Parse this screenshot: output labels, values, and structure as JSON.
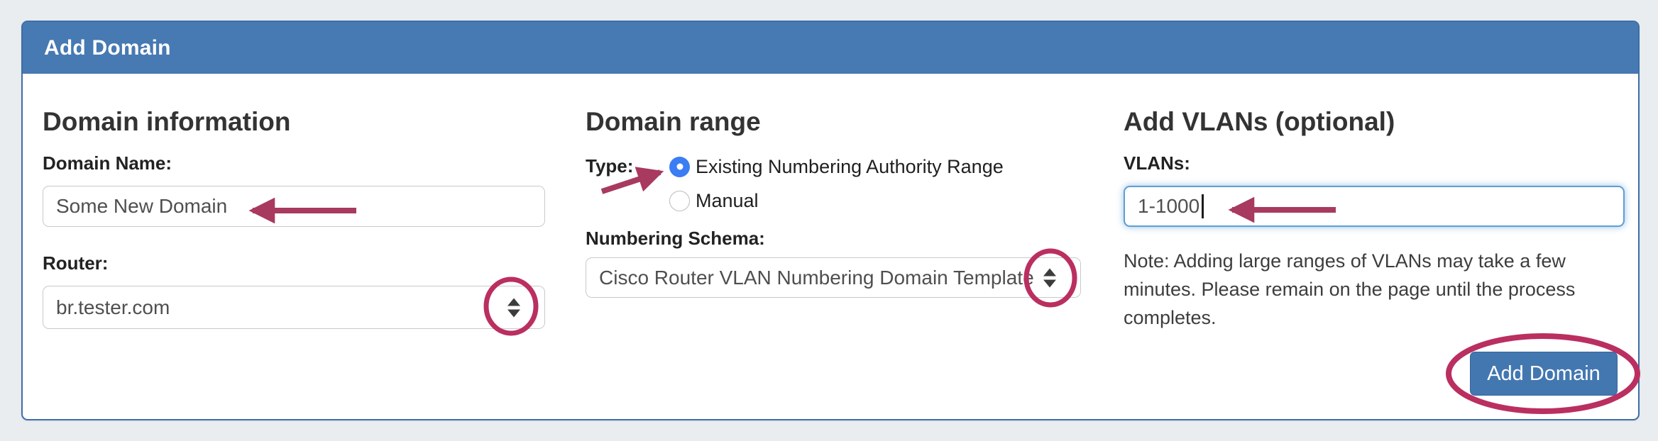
{
  "panel": {
    "title": "Add Domain"
  },
  "domain_information": {
    "heading": "Domain information",
    "domain_name_label": "Domain Name:",
    "domain_name_value": "Some New Domain",
    "router_label": "Router:",
    "router_value": "br.tester.com"
  },
  "domain_range": {
    "heading": "Domain range",
    "type_label": "Type:",
    "radios": [
      {
        "label": "Existing Numbering Authority Range",
        "selected": true
      },
      {
        "label": "Manual",
        "selected": false
      }
    ],
    "numbering_schema_label": "Numbering Schema:",
    "numbering_schema_value": "Cisco Router VLAN Numbering Domain Template"
  },
  "add_vlans": {
    "heading": "Add VLANs (optional)",
    "vlans_label": "VLANs:",
    "vlans_value": "1-1000",
    "note": "Note: Adding large ranges of VLANs may take a few minutes. Please remain on the page until the process completes.",
    "add_button_label": "Add Domain"
  },
  "colors": {
    "header_blue": "#4779b2",
    "panel_border_blue": "#3d6fa8",
    "button_blue": "#4377b0",
    "focus_blue": "#5e9ed6",
    "radio_selected_blue": "#3b7df2",
    "annotation_arrow": "#a83a5f",
    "annotation_ellipse": "#ba2f60",
    "page_background": "#e9edf0"
  }
}
